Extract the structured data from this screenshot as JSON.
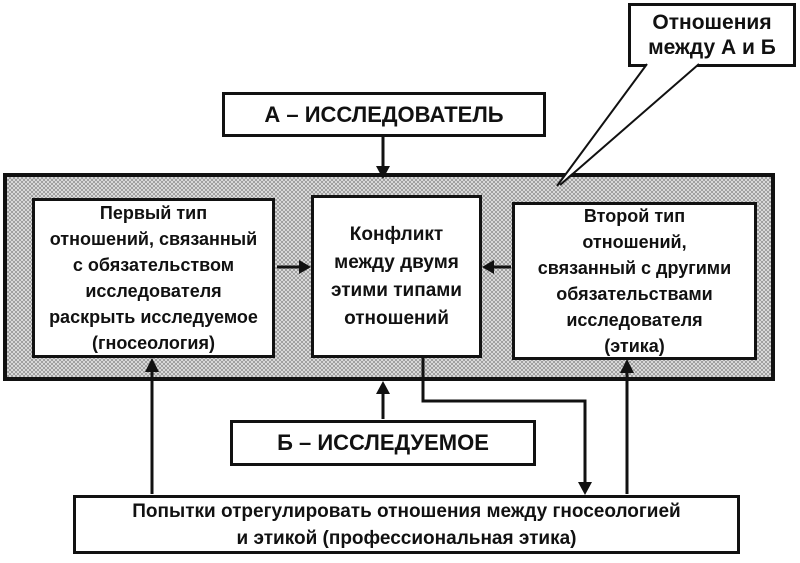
{
  "nodes": {
    "callout": "Отношения\nмежду А и Б",
    "researcher": "А – ИССЛЕДОВАТЕЛЬ",
    "first_type": "Первый тип\nотношений, связанный\nс обязательством\nисследователя\nраскрыть исследуемое\n(гносеология)",
    "conflict": "Конфликт\nмежду двумя\nэтими типами\nотношений",
    "second_type": "Второй тип\nотношений,\nсвязанный с другими\nобязательствами\nисследователя\n(этика)",
    "researched": "Б – ИССЛЕДУЕМОЕ",
    "regulation": "Попытки отрегулировать отношения между гносеологией\nи этикой (профессиональная этика)"
  },
  "colors": {
    "line": "#111111",
    "box_fill": "#ffffff",
    "panel_dark": "#a0a0a0",
    "panel_light": "#d8d8d8",
    "page_bg": "#ffffff"
  }
}
